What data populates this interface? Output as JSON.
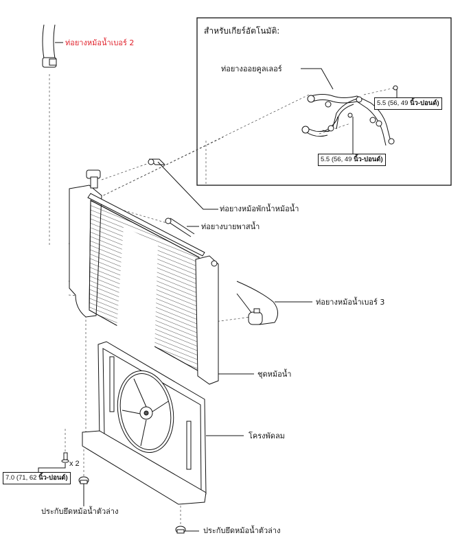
{
  "inset": {
    "title": "สำหรับเกียร์อัตโนมัติ:",
    "oil_cooler_hose": "ท่อยางออยคูลเลอร์",
    "torque_1": {
      "value": "5.5 (56, 49 ",
      "unit": "นิ้ว-ปอนด์)"
    },
    "torque_2": {
      "value": "5.5 (56, 49 ",
      "unit": "นิ้ว-ปอนด์)"
    }
  },
  "labels": {
    "radiator_hose_2": "ท่อยางหม้อน้ำเบอร์ 2",
    "reservoir_hose": "ท่อยางหม้อพักน้ำหม้อน้ำ",
    "bypass_hose": "ท่อยางบายพาสน้ำ",
    "radiator_hose_3": "ท่อยางหม้อน้ำเบอร์ 3",
    "radiator_assembly": "ชุดหม้อน้ำ",
    "fan_shroud": "โครงพัดลม",
    "lower_support_cushion_left": "ประกับยึดหม้อน้ำตัวล่าง",
    "lower_support_cushion_right": "ประกับยึดหม้อน้ำตัวล่าง"
  },
  "bolt": {
    "quantity": "x 2",
    "torque": {
      "value": "7.0 (71, 62 ",
      "unit": "นิ้ว-ปอนด์)"
    }
  },
  "colors": {
    "highlight_label": "#e0202a",
    "line": "#111111"
  }
}
